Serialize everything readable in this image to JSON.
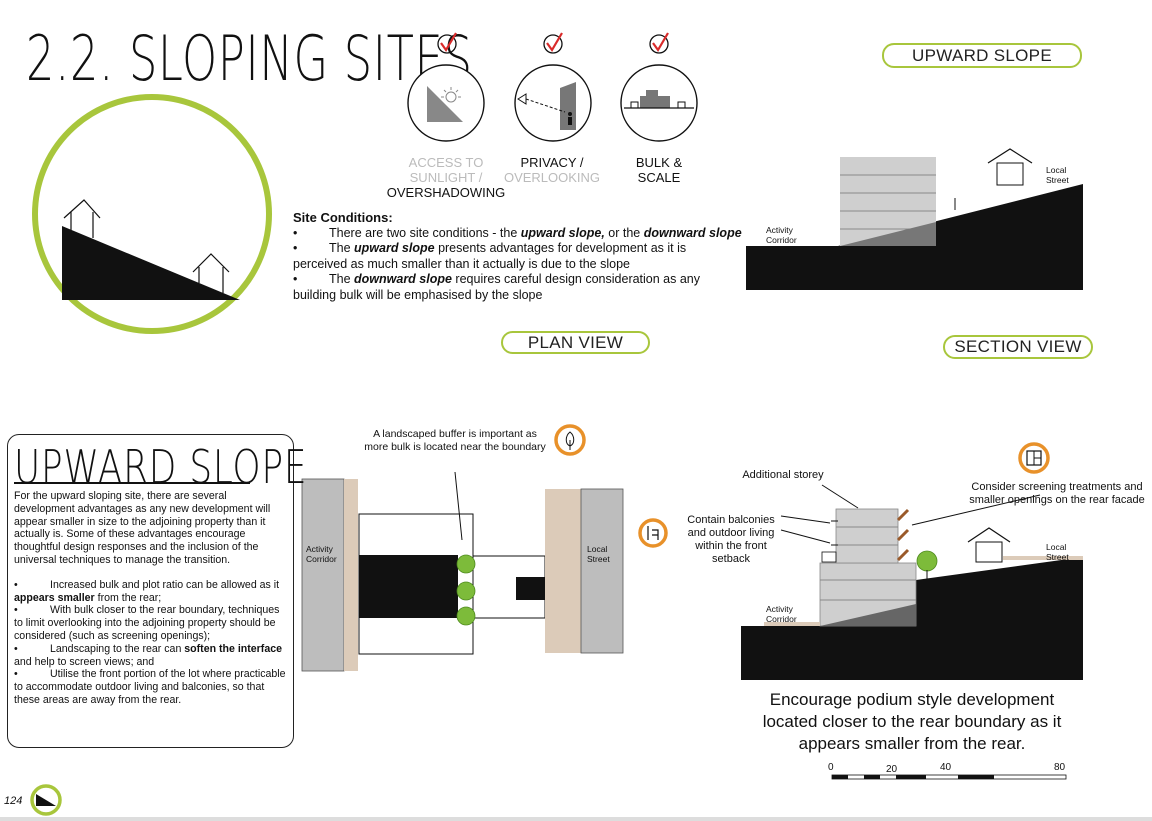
{
  "header": {
    "title": "2.2. SLOPING SITES"
  },
  "icons": [
    {
      "name": "sunlight-icon",
      "lines": [
        "ACCESS TO",
        "SUNLIGHT /",
        "OVERSHADOWING"
      ],
      "faded": true
    },
    {
      "name": "privacy-icon",
      "lines": [
        "PRIVACY /",
        "OVERLOOKING"
      ],
      "faded_second": true
    },
    {
      "name": "bulk-icon",
      "lines": [
        "BULK &",
        "SCALE"
      ]
    }
  ],
  "labels": {
    "upward_slope_pill": "UPWARD SLOPE",
    "plan_view": "PLAN VIEW",
    "section_view": "SECTION VIEW",
    "activity": "Activity",
    "corridor": "Corridor",
    "local": "Local",
    "street": "Street"
  },
  "site_conditions": {
    "heading": "Site Conditions:",
    "b1_a": "There are two site conditions - the ",
    "b1_b": "upward slope,",
    "b1_c": " or the ",
    "b1_d": "downward slope",
    "b2_a": "The ",
    "b2_b": "upward slope",
    "b2_c": " presents advantages for development as it is perceived as much smaller than it actually is due to the slope",
    "b3_a": "The ",
    "b3_b": "downward slope",
    "b3_c": " requires careful design consideration as any building bulk will be emphasised by the slope"
  },
  "upward": {
    "title": "UPWARD SLOPE",
    "intro": "For the upward sloping site, there are several development advantages as any new development will appear smaller in size to the adjoining property than it actually is. Some of these advantages encourage thoughtful design responses and the inclusion of the universal techniques to manage the transition.",
    "p1_a": "Increased bulk and plot ratio can be allowed as it ",
    "p1_b": "appears smaller",
    "p1_c": " from the rear;",
    "p2": "With bulk closer to the rear boundary, techniques to limit overlooking into the adjoining property should be considered (such as screening openings);",
    "p3_a": "Landscaping to the rear can ",
    "p3_b": "soften the interface",
    "p3_c": " and help to screen views; and",
    "p4": "Utilise the front portion of the lot where practicable to accommodate outdoor living and balconies, so that these areas are away from the rear."
  },
  "annotations": {
    "buffer": "A landscaped buffer is important as more bulk is located near the boundary",
    "storey": "Additional storey",
    "screening": "Consider screening treatments and smaller openings on the rear facade",
    "balconies": "Contain balconies and outdoor living within the front setback"
  },
  "caption": "Encourage podium style development located closer to the rear boundary as it appears smaller from the rear.",
  "scale": {
    "ticks": [
      "0",
      "20",
      "40",
      "80"
    ]
  },
  "page_number": "124",
  "colors": {
    "accent_green": "#a8c63c",
    "accent_orange": "#e8912a",
    "boundary": "#dccbb9",
    "building_grey": "#cfcfcf"
  }
}
